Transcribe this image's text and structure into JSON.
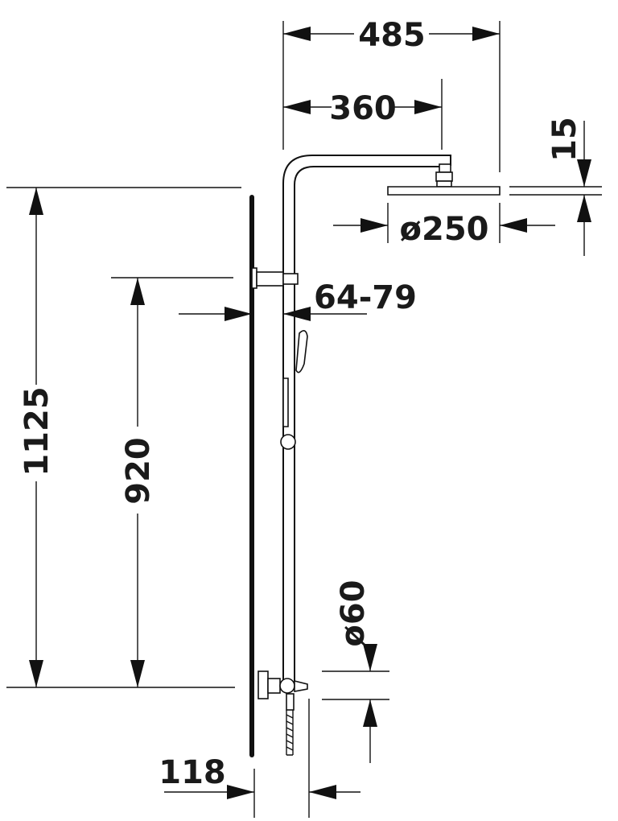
{
  "dimensions": {
    "total_width": "485",
    "arm_length": "360",
    "head_thickness": "15",
    "head_diameter": "ø250",
    "rail_wall_distance": "64-79",
    "total_height": "1125",
    "rail_height": "920",
    "rosette_diameter": "ø60",
    "valve_depth": "118"
  }
}
